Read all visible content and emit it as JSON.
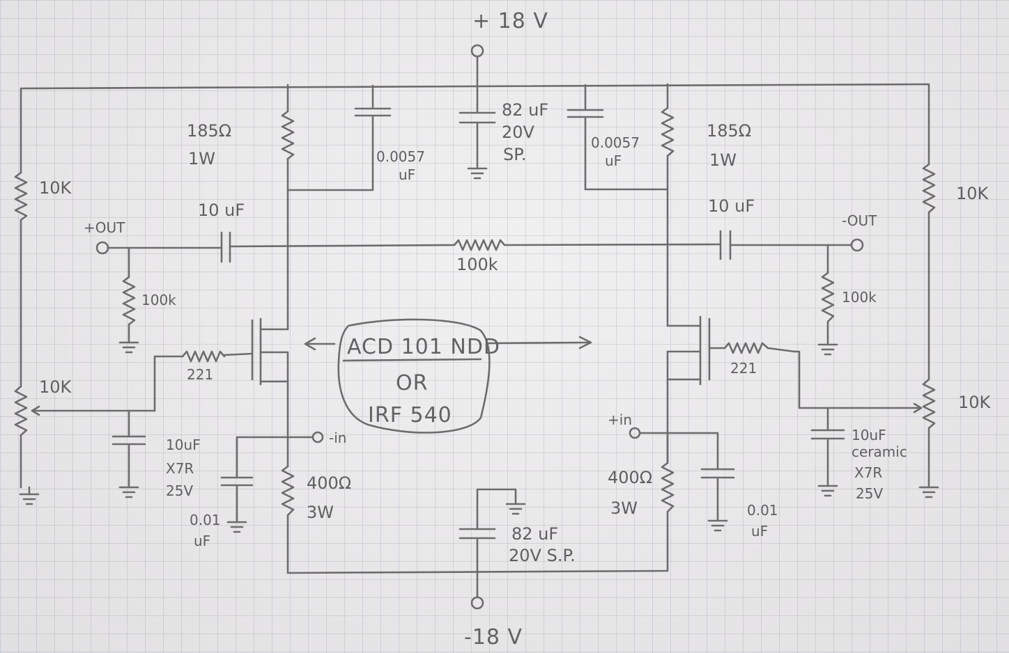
{
  "supply": {
    "positive": "+ 18 V",
    "negative": "-18 V"
  },
  "caps": {
    "bulk_top_value": "82 uF",
    "bulk_top_rating": "20V",
    "bulk_top_type": "SP.",
    "bulk_bottom_value": "82 uF",
    "bulk_bottom_rating": "20V S.P.",
    "bypass_left_value": "0.0057",
    "bypass_left_unit": "uF",
    "bypass_right_value": "0.0057",
    "bypass_right_unit": "uF",
    "coupling_left": "10 uF",
    "coupling_right": "10 uF",
    "pot_bypass_left_value": "10uF",
    "pot_bypass_left_dielectric": "X7R",
    "pot_bypass_left_rating": "25V",
    "pot_bypass_right_value": "10uF",
    "pot_bypass_right_dielectric": "ceramic",
    "pot_bypass_right_type": "X7R",
    "pot_bypass_right_rating": "25V",
    "input_left_value": "0.01",
    "input_left_unit": "uF",
    "input_right_value": "0.01",
    "input_right_unit": "uF"
  },
  "resistors": {
    "drain_left_value": "185Ω",
    "drain_left_power": "1W",
    "drain_right_value": "185Ω",
    "drain_right_power": "1W",
    "bias_left_top": "10K",
    "bias_right_top": "10K",
    "pot_left": "10K",
    "pot_right": "10K",
    "output_left": "100k",
    "output_right": "100k",
    "feedback": "100k",
    "gate_left": "221",
    "gate_right": "221",
    "source_left_value": "400Ω",
    "source_left_power": "3W",
    "source_right_value": "400Ω",
    "source_right_power": "3W"
  },
  "terminals": {
    "out_pos": "+OUT",
    "out_neg": "-OUT",
    "in_neg": "-in",
    "in_pos": "+in"
  },
  "transistor_note": {
    "part_a": "ACD 101 NDD",
    "or": "OR",
    "part_b": "IRF 540"
  }
}
